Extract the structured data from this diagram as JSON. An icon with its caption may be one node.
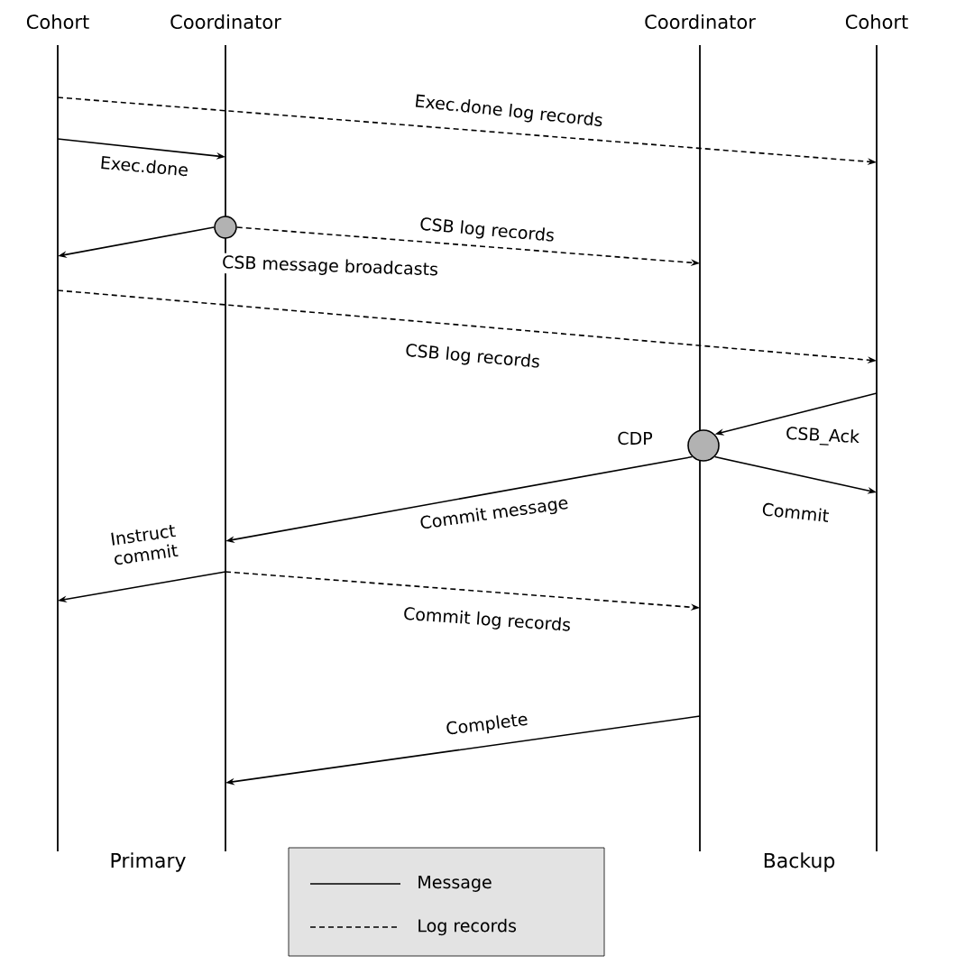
{
  "diagram": {
    "nodes": [
      {
        "text": [
          "Cohort"
        ]
      },
      {
        "text": [
          "Coordinator"
        ]
      },
      {
        "text": [
          "Coordinator"
        ]
      },
      {
        "text": [
          "Cohort"
        ]
      },
      {
        "text": [],
        "shape": "circle",
        "in": 1
      },
      {
        "text": [],
        "shape": "circle",
        "in": 2
      }
    ],
    "edges": [
      {
        "from": 0,
        "to": 3,
        "arrow": "to",
        "style": "dashed",
        "label": "Exec.done log records"
      },
      {
        "from": 0,
        "to": 1,
        "arrow": "to",
        "label": "Exec.done"
      },
      {
        "from": 4,
        "to": 0,
        "arrow": "to",
        "label": "CSB message broadcasts"
      },
      {
        "from": 4,
        "to": 2,
        "arrow": "to",
        "style": "dashed",
        "label": "CSB log records"
      },
      {
        "from": 0,
        "to": 3,
        "arrow": "to",
        "style": "dashed",
        "label": "CSB log records"
      },
      {
        "from": 3,
        "to": 5,
        "arrow": "to",
        "label": "CSB_Ack"
      },
      {
        "from": 5,
        "to": 1,
        "arrow": "to",
        "label": "Commit message"
      },
      {
        "from": 5,
        "to": 3,
        "arrow": "to",
        "label": "Commit"
      },
      {
        "from": 1,
        "to": 0,
        "arrow": "to",
        "label": "Instruct commit"
      },
      {
        "from": 1,
        "to": 2,
        "arrow": "to",
        "style": "dashed",
        "label": "Commit log records"
      },
      {
        "from": 2,
        "to": 1,
        "arrow": "to",
        "label": "Complete"
      }
    ],
    "labels": [
      "CDP",
      "Primary",
      "Backup"
    ],
    "legend": [
      {
        "text": "Message"
      },
      {
        "text": "Log records"
      }
    ]
  }
}
